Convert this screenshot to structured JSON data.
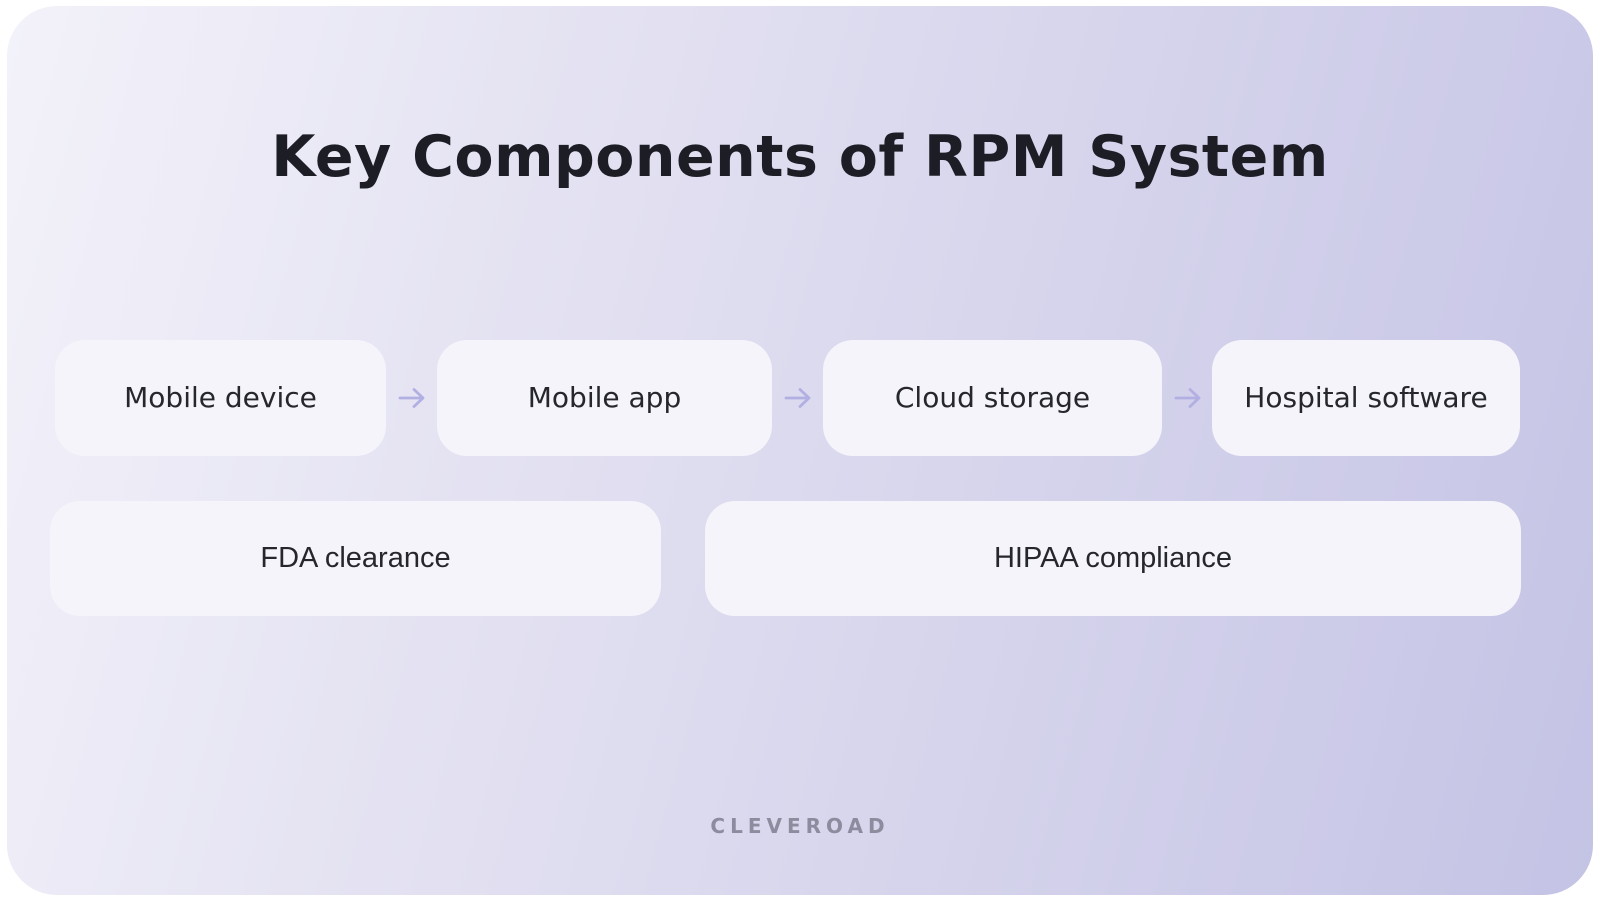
{
  "title": "Key Components of RPM System",
  "flow_row": {
    "items": [
      {
        "label": "Mobile device"
      },
      {
        "label": "Mobile app"
      },
      {
        "label": "Cloud storage"
      },
      {
        "label": "Hospital software"
      }
    ]
  },
  "compliance_row": {
    "items": [
      {
        "label": "FDA clearance"
      },
      {
        "label": "HIPAA compliance"
      }
    ]
  },
  "footer": {
    "brand": "CLEVEROAD"
  },
  "colors": {
    "background_gradient_start": "#f3f2fa",
    "background_gradient_end": "#c4c3e5",
    "box_fill": "#f4f4fa",
    "arrow": "#b2afe2",
    "title_text": "#1d1d26",
    "box_text": "#26262e",
    "brand_text": "#8c8c9e"
  }
}
